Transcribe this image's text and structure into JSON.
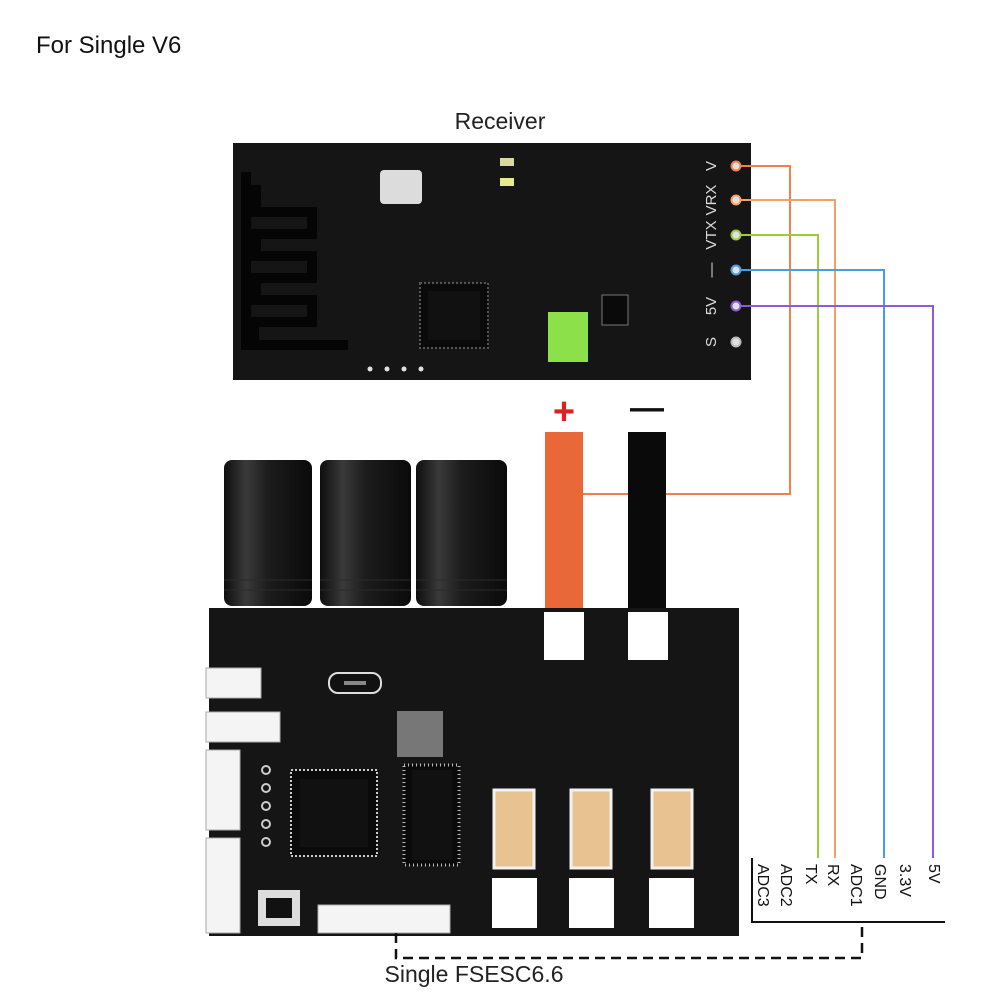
{
  "title": "For Single V6",
  "receiver": {
    "label": "Receiver",
    "pins": [
      "V",
      "VRX",
      "VTX",
      "—",
      "5V",
      "S"
    ]
  },
  "polarity": {
    "plus": "+",
    "minus": "—"
  },
  "esc": {
    "label": "Single FSESC6.6",
    "pins": [
      "ADC3",
      "ADC2",
      "TX",
      "RX",
      "ADC1",
      "GND",
      "3.3V",
      "5V"
    ]
  },
  "colors": {
    "wire_v": "#f08050",
    "wire_vrx": "#f5a060",
    "wire_vtx": "#9ccc3c",
    "wire_gnd": "#4a9de0",
    "wire_5v": "#8e5ad8",
    "plus_red": "#e02020",
    "lead_orange": "#e8683a",
    "pcb": "#151515"
  }
}
